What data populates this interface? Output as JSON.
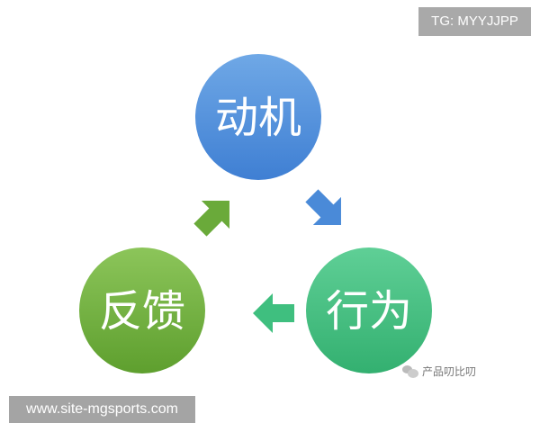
{
  "nodes": [
    {
      "label": "动机",
      "color_top": "#6fa8e6",
      "color_bottom": "#3f7fd3"
    },
    {
      "label": "行为",
      "color_top": "#5fcf96",
      "color_bottom": "#33b070"
    },
    {
      "label": "反馈",
      "color_top": "#8cc55a",
      "color_bottom": "#5e9f2e"
    }
  ],
  "arrows": [
    {
      "from": "反馈",
      "to": "动机",
      "color": "#6aaa3a"
    },
    {
      "from": "动机",
      "to": "行为",
      "color": "#4a8ad8"
    },
    {
      "from": "行为",
      "to": "反馈",
      "color": "#3fbf7f"
    }
  ],
  "watermarks": {
    "top": "TG: MYYJJPP",
    "bottom": "www.site-mgsports.com",
    "wechat": "产品叨比叨"
  }
}
